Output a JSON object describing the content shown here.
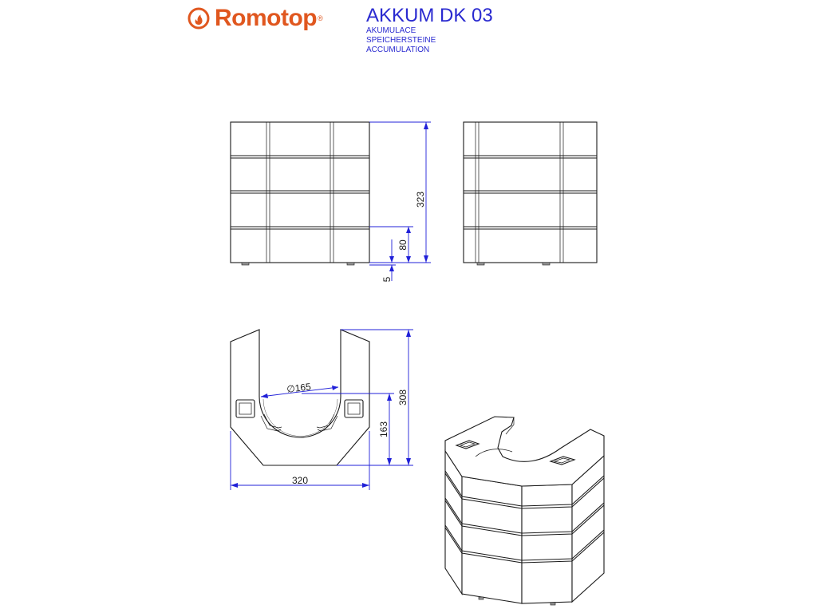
{
  "header": {
    "brand": "Romotop",
    "brand_mark": "®",
    "brand_color": "#e0571f",
    "title": "AKKUM DK 03",
    "subtitles": [
      "AKUMULACE",
      "SPEICHERSTEINE",
      "ACCUMULATION"
    ]
  },
  "dimensions": {
    "height_total": "323",
    "module_height": "80",
    "foot_height": "5",
    "diameter": "∅165",
    "depth": "308",
    "inner_depth": "163",
    "width": "320"
  },
  "colors": {
    "dimension_line": "#2020d8",
    "outline": "#1a1a1a"
  }
}
